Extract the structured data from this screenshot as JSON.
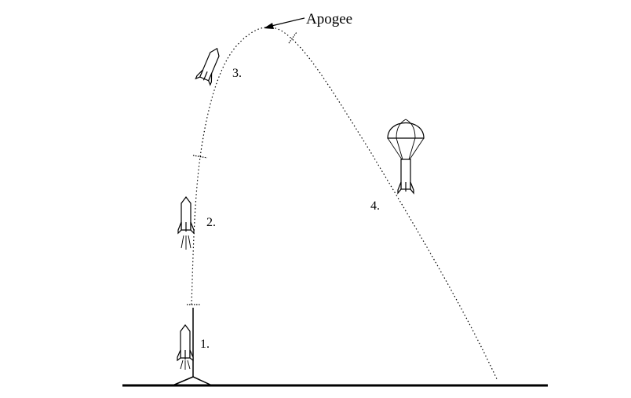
{
  "diagram": {
    "labels": {
      "apogee": "Apogee",
      "phase1": "1.",
      "phase2": "2.",
      "phase3": "3.",
      "phase4": "4."
    },
    "colors": {
      "line": "#000000",
      "background": "#ffffff"
    },
    "icons": [
      "rocket-on-launch-pad-icon",
      "rocket-boost-icon",
      "rocket-coast-icon",
      "rocket-parachute-icon",
      "arrow-icon"
    ]
  }
}
